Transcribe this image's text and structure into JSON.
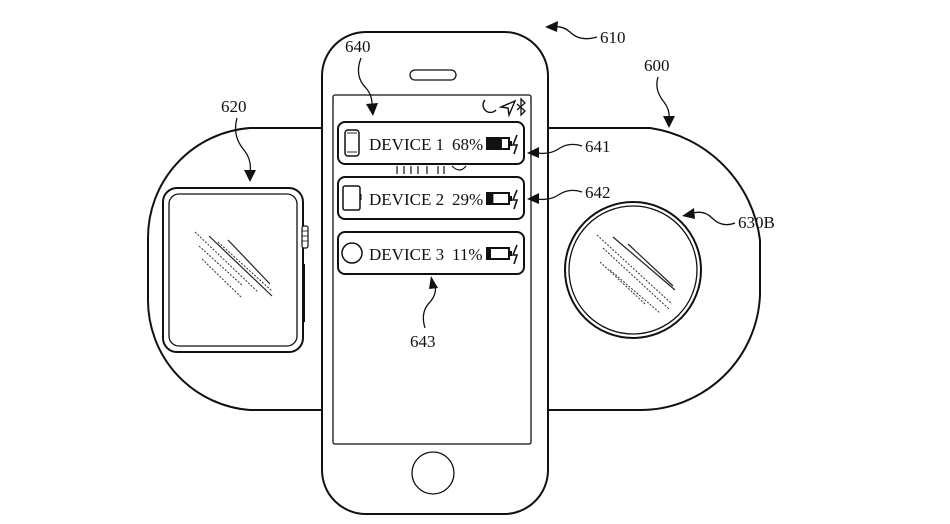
{
  "figure": {
    "type": "patent-line-drawing",
    "references": {
      "charging_mat": "600",
      "phone": "610",
      "watch": "620",
      "charging_puck": "630B",
      "battery_widget": "640",
      "device_row_1": "641",
      "device_row_2": "642",
      "device_row_3": "643"
    }
  },
  "phone_screen": {
    "status_icons": [
      "moon-icon",
      "location-arrow-icon",
      "bluetooth-icon"
    ],
    "devices": [
      {
        "icon": "phone-icon",
        "name": "DEVICE 1",
        "battery": "68%",
        "battery_level": 0.68,
        "charging": true
      },
      {
        "icon": "watch-icon",
        "name": "DEVICE 2",
        "battery": "29%",
        "battery_level": 0.29,
        "charging": true
      },
      {
        "icon": "circle-device-icon",
        "name": "DEVICE 3",
        "battery": "11%",
        "battery_level": 0.11,
        "charging": true
      }
    ]
  }
}
